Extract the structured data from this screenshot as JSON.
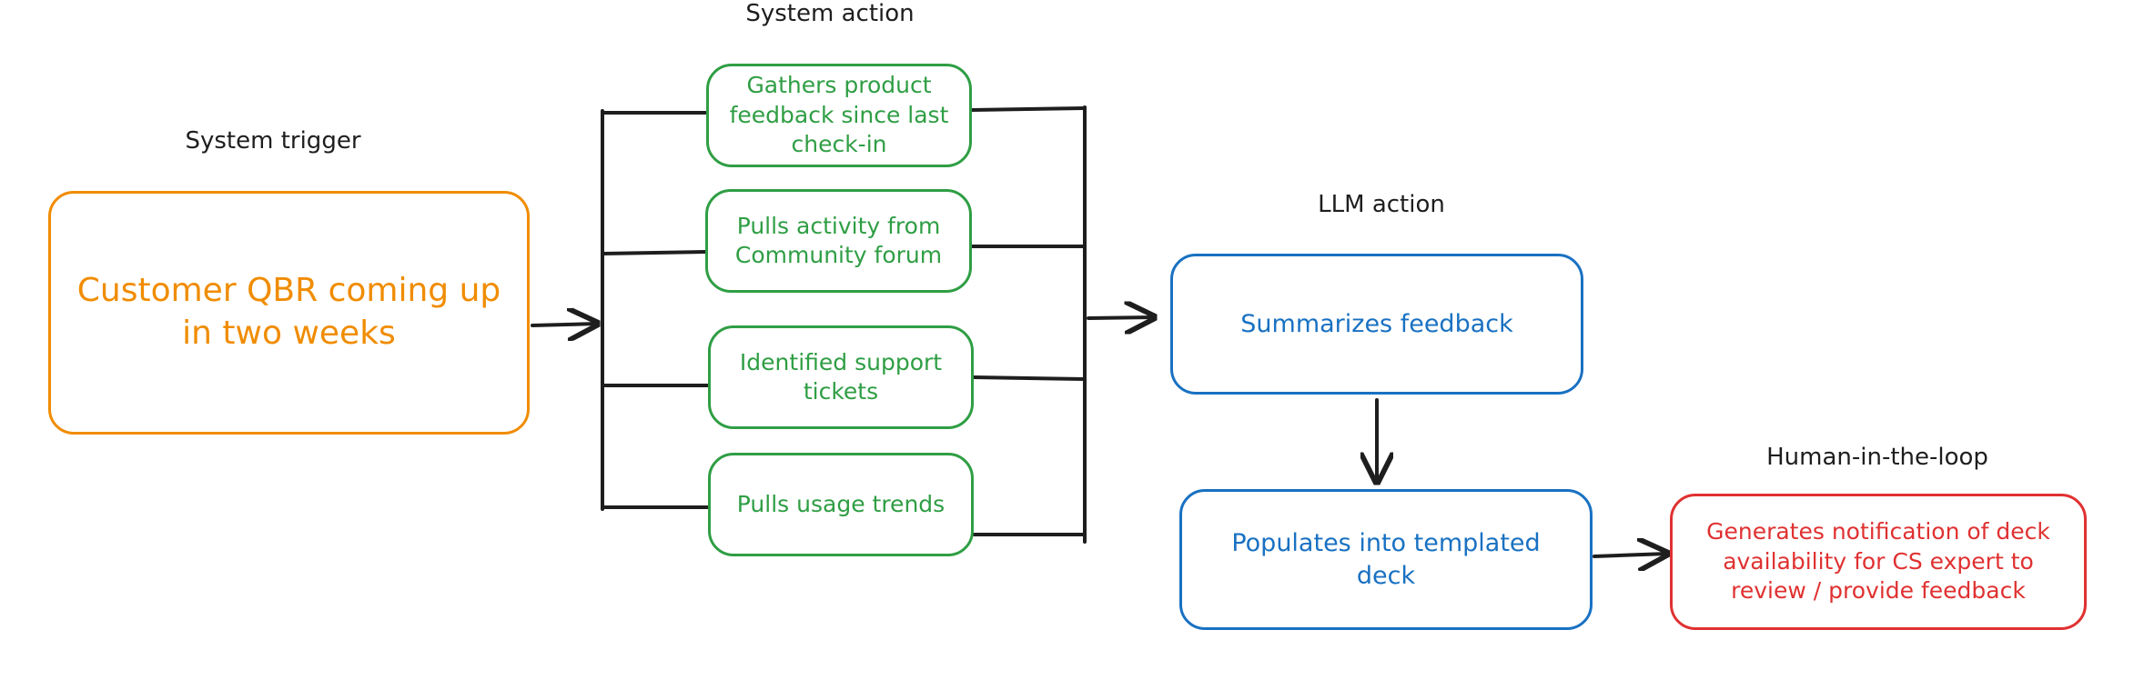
{
  "headings": {
    "system_trigger": "System trigger",
    "system_action": "System action",
    "llm_action": "LLM action",
    "human_in_the_loop": "Human-in-the-loop"
  },
  "trigger": {
    "text": "Customer QBR coming up in two weeks"
  },
  "system_actions": [
    {
      "text": "Gathers product feedback since last check-in"
    },
    {
      "text": "Pulls activity from Community forum"
    },
    {
      "text": "Identified support tickets"
    },
    {
      "text": "Pulls usage trends"
    }
  ],
  "llm_actions": [
    {
      "text": "Summarizes feedback"
    },
    {
      "text": "Populates into templated deck"
    }
  ],
  "human_action": {
    "text": "Generates notification of deck availability for CS expert to review / provide feedback"
  },
  "colors": {
    "trigger": "#f08c00",
    "system_action": "#2f9e44",
    "llm_action": "#1971c2",
    "human_action": "#e03131",
    "connector": "#1e1e1e"
  }
}
